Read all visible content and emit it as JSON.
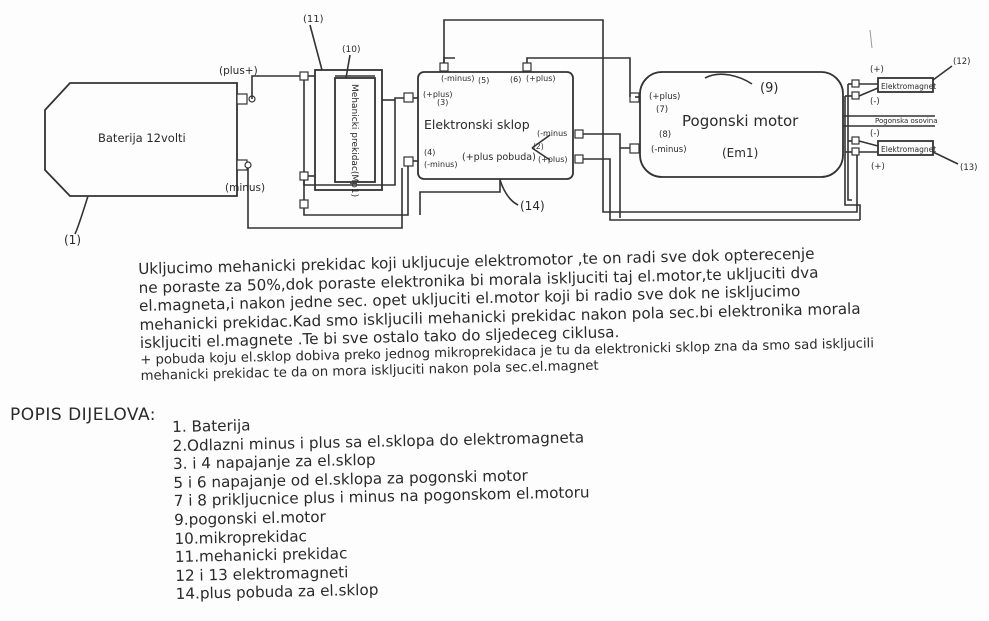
{
  "diagram": {
    "battery": {
      "label": "Baterija 12volti",
      "plus": "(plus+)",
      "minus": "(minus)",
      "number": "(1)"
    },
    "mech_switch": {
      "number": "(11)"
    },
    "micro_switch": {
      "label": "Mehanicki prekidac(Mp1)",
      "number": "(10)"
    },
    "electronic_unit": {
      "label": "Elektronski sklop",
      "supply_plus": "(+plus)",
      "supply_plus_num": "(3)",
      "supply_minus": "(-minus)",
      "supply_minus_num": "(4)",
      "motor_minus": "(-minus)",
      "motor_minus_num": "(5)",
      "motor_plus": "(+plus)",
      "motor_plus_num": "(6)",
      "magnet_minus": "(-minus",
      "magnet_plus": "(+plus)",
      "magnet_num": "(2)",
      "excitation": "(+plus pobuda)",
      "excitation_num": "(14)"
    },
    "motor": {
      "label": "Pogonski motor",
      "sublabel": "(Em1)",
      "number": "(9)",
      "plus": "(+plus)",
      "plus_num": "(7)",
      "minus": "(-minus)",
      "minus_num": "(8)"
    },
    "magnet_top": {
      "label": "Elektromagnet",
      "number": "(12)",
      "plus": "(+)",
      "minus": "(-)"
    },
    "shaft": {
      "label": "Pogonska osovina"
    },
    "magnet_bottom": {
      "label": "Elektromagnet",
      "number": "(13)",
      "minus": "(-)",
      "plus": "(+)"
    }
  },
  "description": [
    "Ukljucimo mehanicki prekidac koji ukljucuje elektromotor ,te on radi sve dok opterecenje",
    "ne poraste za 50%,dok poraste elektronika bi morala iskljuciti taj el.motor,te ukljuciti dva",
    "el.magneta,i  nakon jedne sec. opet ukljuciti  el.motor koji bi radio sve dok ne iskljucimo",
    "mehanicki prekidac.Kad smo iskljucili mehanicki prekidac nakon pola sec.bi elektronika morala",
    "iskljuciti el.magnete .Te bi sve ostalo tako do sljedeceg ciklusa."
  ],
  "note": [
    "+ pobuda koju el.sklop dobiva preko jednog mikroprekidaca je tu da elektronicki sklop zna da smo sad iskljucili",
    "mehanicki prekidac te da on mora iskljuciti nakon pola sec.el.magnet"
  ],
  "parts_title": "POPIS DIJELOVA:",
  "parts": [
    "1. Baterija",
    "2.Odlazni minus i plus sa el.sklopa do elektromagneta",
    "3. i 4 napajanje za el.sklop",
    "5 i 6 napajanje od el.sklopa za pogonski motor",
    "7 i 8 prikljucnice plus i minus na pogonskom el.motoru",
    "9.pogonski el.motor",
    "10.mikroprekidac",
    "11.mehanicki prekidac",
    "12 i 13 elektromagneti",
    "14.plus pobuda za el.sklop"
  ]
}
